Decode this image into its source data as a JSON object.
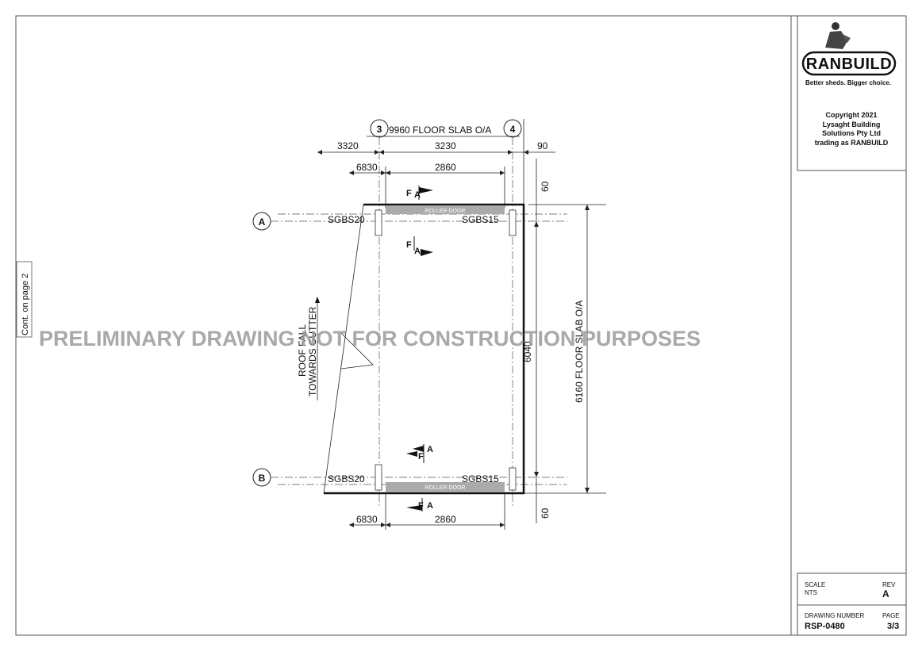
{
  "watermark": "PRELIMINARY DRAWING NOT FOR CONSTRUCTION PURPOSES",
  "continuation_note": "Cont. on page 2",
  "title_block": {
    "brand": "RANBUILD",
    "tagline": "Better sheds. Bigger choice.",
    "copyright_lines": [
      "Copyright 2021",
      "Lysaght Building",
      "Solutions Pty Ltd",
      "trading as RANBUILD"
    ],
    "scale_label": "SCALE",
    "scale_value": "NTS",
    "rev_label": "REV",
    "rev_value": "A",
    "drawing_number_label": "DRAWING NUMBER",
    "drawing_number": "RSP-0480",
    "page_label": "PAGE",
    "page_value": "3/3"
  },
  "plan": {
    "gridlines": {
      "col_3": "3",
      "col_4": "4",
      "row_a": "A",
      "row_b": "B"
    },
    "dimensions": {
      "overall_top": "9960 FLOOR SLAB O/A",
      "left_3320": "3320",
      "bay_3230": "3230",
      "right_90": "90",
      "top_6830": "6830",
      "door_top_2860": "2860",
      "offset_top_60": "60",
      "bottom_6830": "6830",
      "door_bottom_2860": "2860",
      "offset_bottom_60": "60",
      "inner_6040": "6040",
      "overall_side": "6160 FLOOR SLAB O/A"
    },
    "members": {
      "top_left": "SGBS20",
      "top_right": "SGBS15",
      "bottom_left": "SGBS20",
      "bottom_right": "SGBS15"
    },
    "roller_door_top": "ROLLER DOOR",
    "roller_door_bottom": "ROLLER DOOR",
    "roof_fall_line1": "ROOF FALL",
    "roof_fall_line2": "TOWARDS GUTTER",
    "flag_f": "F",
    "flag_a": "A"
  }
}
